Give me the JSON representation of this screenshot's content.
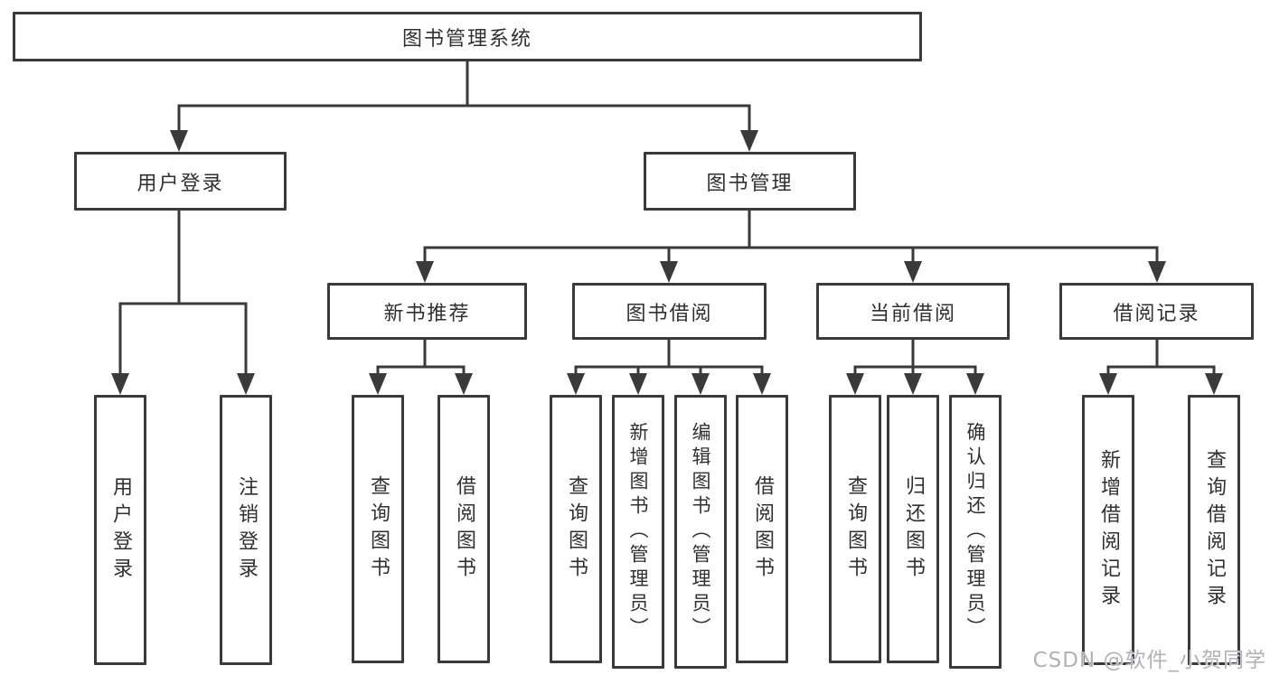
{
  "tree": {
    "root": {
      "label": "图书管理系统"
    },
    "branches": [
      {
        "label": "用户登录",
        "children": [
          {
            "label": "用户登录"
          },
          {
            "label": "注销登录"
          }
        ]
      },
      {
        "label": "图书管理",
        "groups": [
          {
            "label": "新书推荐",
            "children": [
              {
                "label": "查询图书"
              },
              {
                "label": "借阅图书"
              }
            ]
          },
          {
            "label": "图书借阅",
            "children": [
              {
                "label": "查询图书"
              },
              {
                "label": "新增图书（管理员）"
              },
              {
                "label": "编辑图书（管理员）"
              },
              {
                "label": "借阅图书"
              }
            ]
          },
          {
            "label": "当前借阅",
            "children": [
              {
                "label": "查询图书"
              },
              {
                "label": "归还图书"
              },
              {
                "label": "确认归还（管理员）"
              }
            ]
          },
          {
            "label": "借阅记录",
            "children": [
              {
                "label": "新增借阅记录"
              },
              {
                "label": "查询借阅记录"
              }
            ]
          }
        ]
      }
    ]
  },
  "watermark": {
    "text": "CSDN @软件_小贺同学"
  },
  "colors": {
    "line": "#3a3a3c",
    "box_border": "#3a3a3c",
    "text": "#303033",
    "watermark": "#b0b2b5",
    "background": "#ffffff"
  }
}
